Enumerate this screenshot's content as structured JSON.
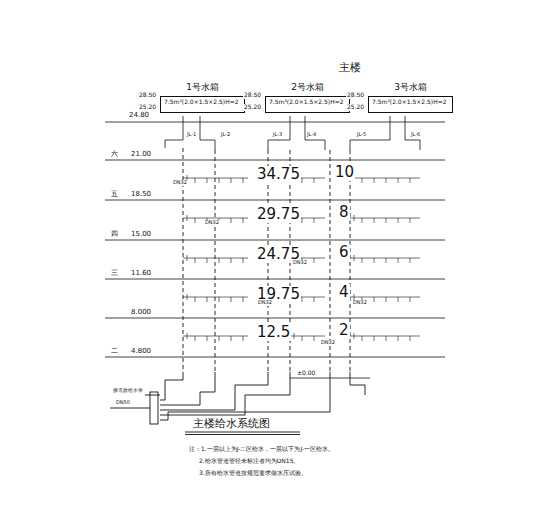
{
  "diagram": {
    "title": "主楼给水系统图",
    "nodes": [
      {
        "text": [
          "1号水箱",
          "7.5m³(2.0×1.5×2.5)H=2"
        ]
      },
      {
        "text": [
          "2号水箱",
          "7.5m³(2.0×1.5×2.5)H=2"
        ]
      },
      {
        "text": [
          "3号水箱",
          "7.5m³(2.0×1.5×2.5)H=2"
        ]
      }
    ],
    "labels": [
      "主楼",
      "24.80",
      "21.00",
      "18.50",
      "15.00",
      "11.60",
      "8.000",
      "4.800",
      "六",
      "五",
      "四",
      "三",
      "二",
      "34.75",
      "10",
      "29.75",
      "8",
      "24.75",
      "6",
      "19.75",
      "4",
      "12.5",
      "2",
      "28.50",
      "28.50",
      "28.50",
      "25.20",
      "25.20",
      "25.20",
      "±0.00",
      "DN32",
      "DN32",
      "DN32",
      "DN32",
      "DN32",
      "DN32",
      "JL-1",
      "JL-2",
      "JL-3",
      "JL-4",
      "JL-5",
      "JL-6",
      "DN50",
      "接市政给水管",
      "注：1.一层以上为J-二区给水，一层以下为J-一区给水。",
      "2.给水管道管径未标注者均为DN15。",
      "3.所有给水管道按规范要求做水压试验。"
    ]
  }
}
